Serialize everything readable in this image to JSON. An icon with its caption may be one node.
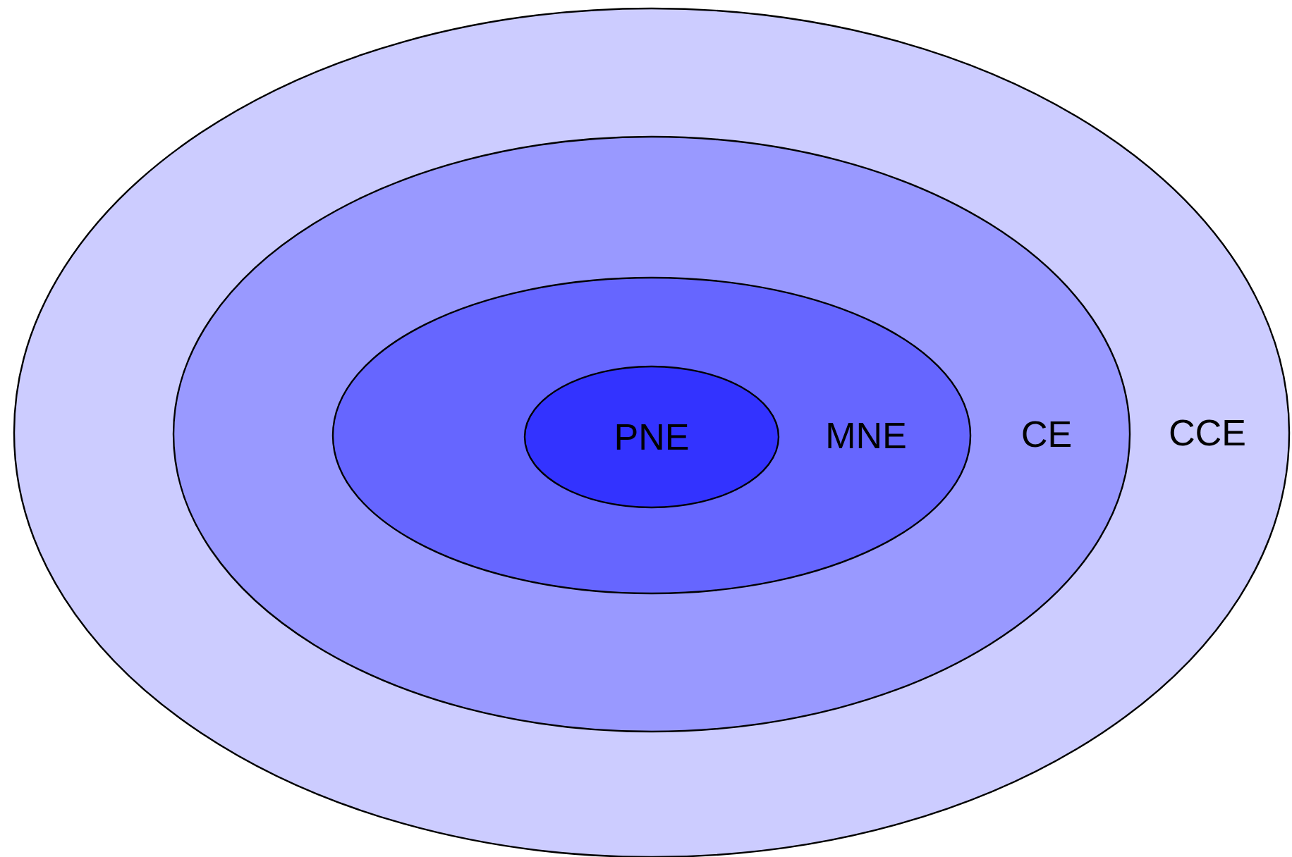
{
  "diagram": {
    "nodes": [
      {
        "text": [
          "CCE"
        ]
      },
      {
        "text": [
          "CE"
        ],
        "in": 0
      },
      {
        "text": [
          "MNE"
        ],
        "in": 1
      },
      {
        "text": [
          "PNE"
        ],
        "in": 2
      }
    ]
  }
}
